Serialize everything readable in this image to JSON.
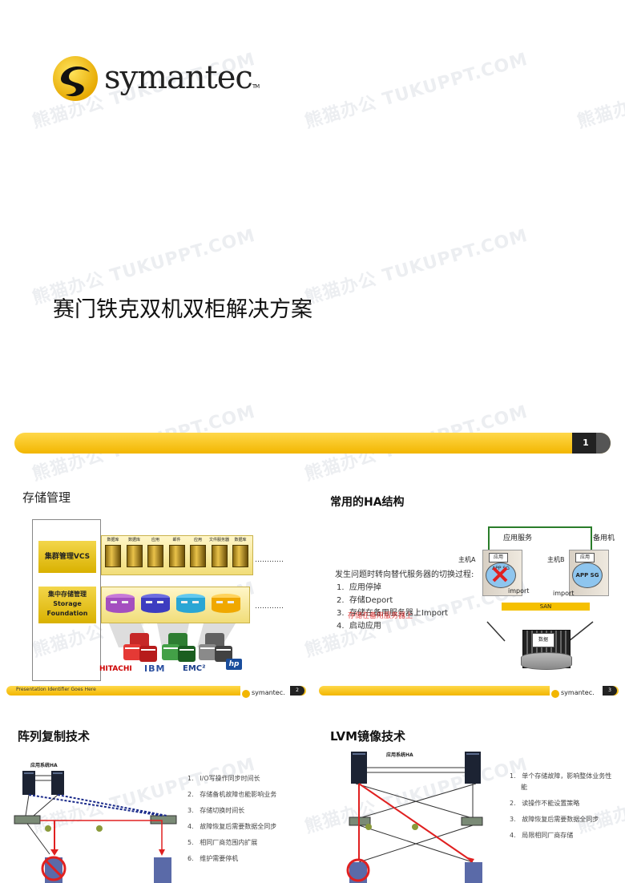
{
  "watermark": "熊猫办公 TUKUPPT.COM",
  "slide1": {
    "brand": "symantec",
    "brand_tm": "TM",
    "title": "赛门铁克双机双柜解决方案",
    "page": "1"
  },
  "slide2": {
    "title": "存储管理",
    "vcs_label": "集群管理VCS",
    "sf_label_cn": "集中存储管理",
    "sf_label_en1": "Storage",
    "sf_label_en2": "Foundation",
    "servers": [
      "数据库",
      "数据库",
      "应用",
      "邮件",
      "应用",
      "文件服务器",
      "数据库"
    ],
    "vendors": [
      "HITACHI",
      "IBM",
      "EMC²",
      "hp"
    ],
    "footer_left": "Presentation Identifier Goes Here",
    "brand": "symantec.",
    "page": "2"
  },
  "slide3": {
    "title": "常用的HA结构",
    "app_service": "应用服务",
    "standby": "备用机",
    "hostA": "主机A",
    "hostB": "主机B",
    "app": "应用",
    "app_sg": "APP SG",
    "import1": "import",
    "import2": "import",
    "san": "SAN",
    "disk": "数据",
    "intro": "发生问题时转向替代服务器的切换过程:",
    "steps": [
      "应用停掉",
      "存储Deport",
      "存储在备用服务器上Import",
      "启动应用"
    ],
    "overlay": "存储在备用服务器上",
    "brand": "symantec.",
    "page": "3"
  },
  "slide4": {
    "title": "阵列复制技术",
    "sys_label": "应用系统HA",
    "items": [
      "I/O写操作同步时间长",
      "存储备机故障也能影响业务",
      "存储切换时间长",
      "故障恢复后需要数据全同步",
      "相同厂商范围内扩展",
      "维护需要停机"
    ]
  },
  "slide5": {
    "title": "LVM镜像技术",
    "sys_label": "应用系统HA",
    "items": [
      "单个存储故障，影响整体业务性能",
      "读操作不能设置策略",
      "故障恢复后需要数据全同步",
      "局限相同厂商存储"
    ]
  },
  "colors": {
    "yellow": "#f5c000",
    "red": "#e02020",
    "dark": "#222222"
  }
}
